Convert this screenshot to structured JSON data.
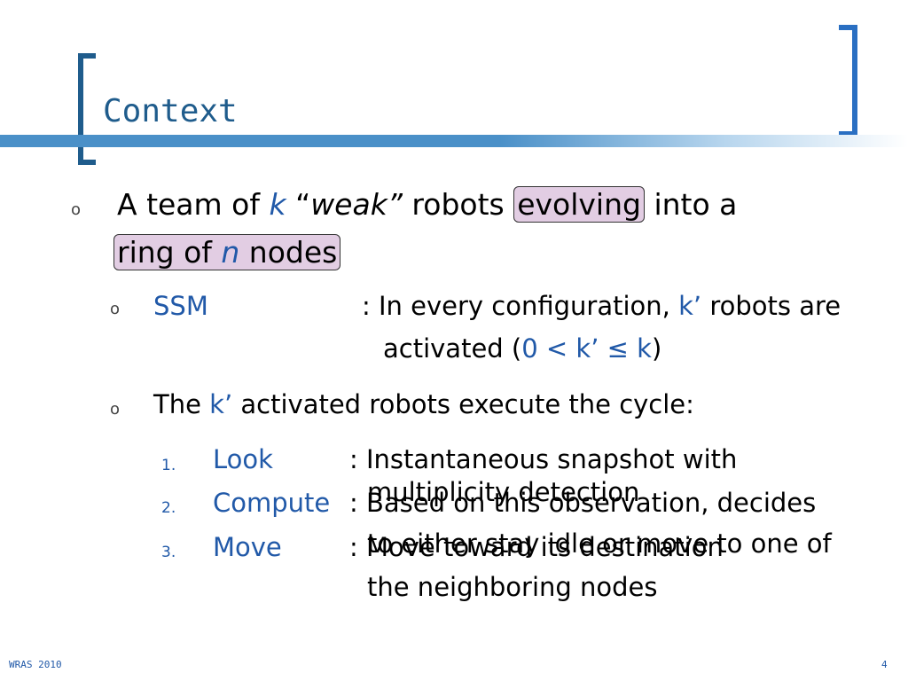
{
  "slide": {
    "title": "Context",
    "bullet_glyph": "o",
    "main_point": {
      "line1_a": "A team of ",
      "line1_k": "k",
      "line1_b": " “",
      "line1_weak": "weak”",
      "line1_c": " robots ",
      "line1_evolving": "evolving",
      "line1_d": " into a",
      "line2_a": "ring of ",
      "line2_n": "n",
      "line2_b": " nodes"
    },
    "ssm": {
      "label": "SSM",
      "desc_a": ": In every configuration, ",
      "desc_k": "k’",
      "desc_b": " robots are",
      "desc2_a": "activated (",
      "desc2_range": "0 < k’ ≤ k",
      "desc2_b": ")"
    },
    "cycle": {
      "text_a": "The ",
      "text_k": "k’",
      "text_b": " activated robots execute the cycle:"
    },
    "steps": [
      {
        "num": "1.",
        "label": "Look",
        "desc_line1": ": Instantaneous snapshot with",
        "desc_line2": "multiplicity detection"
      },
      {
        "num": "2.",
        "label": "Compute",
        "desc_line1": ": Based on this observation, decides",
        "desc_line2": "to either stay idle or move to one of",
        "desc_line3": "the neighboring nodes"
      },
      {
        "num": "3.",
        "label": "Move",
        "desc_line1": ": Move toward its destination"
      }
    ],
    "footer_left": "WRAS 2010",
    "footer_right": "4",
    "colors": {
      "accent": "#2159a8",
      "title": "#1f5c8c",
      "highlight": "#e2cde3"
    }
  }
}
